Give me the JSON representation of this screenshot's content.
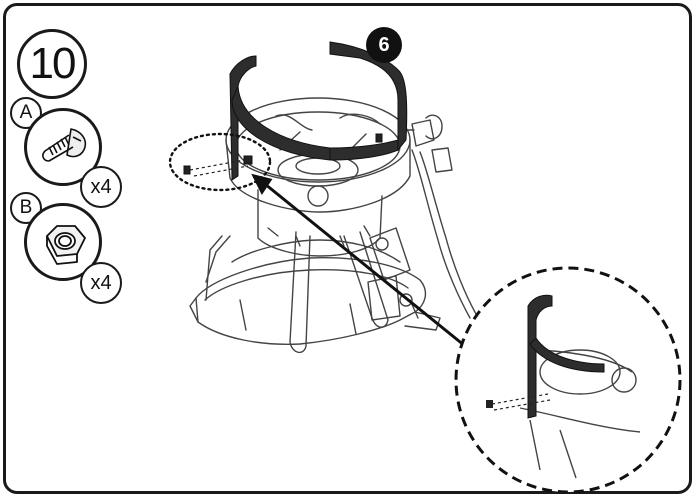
{
  "step": {
    "number": "10"
  },
  "parts": [
    {
      "letter": "A",
      "name": "screw",
      "quantity": "x4"
    },
    {
      "letter": "B",
      "name": "nut",
      "quantity": "x4"
    }
  ],
  "callout": {
    "number": "6"
  },
  "colors": {
    "line": "#1a1a1a",
    "strap": "#2b2b2b",
    "background": "#ffffff"
  }
}
